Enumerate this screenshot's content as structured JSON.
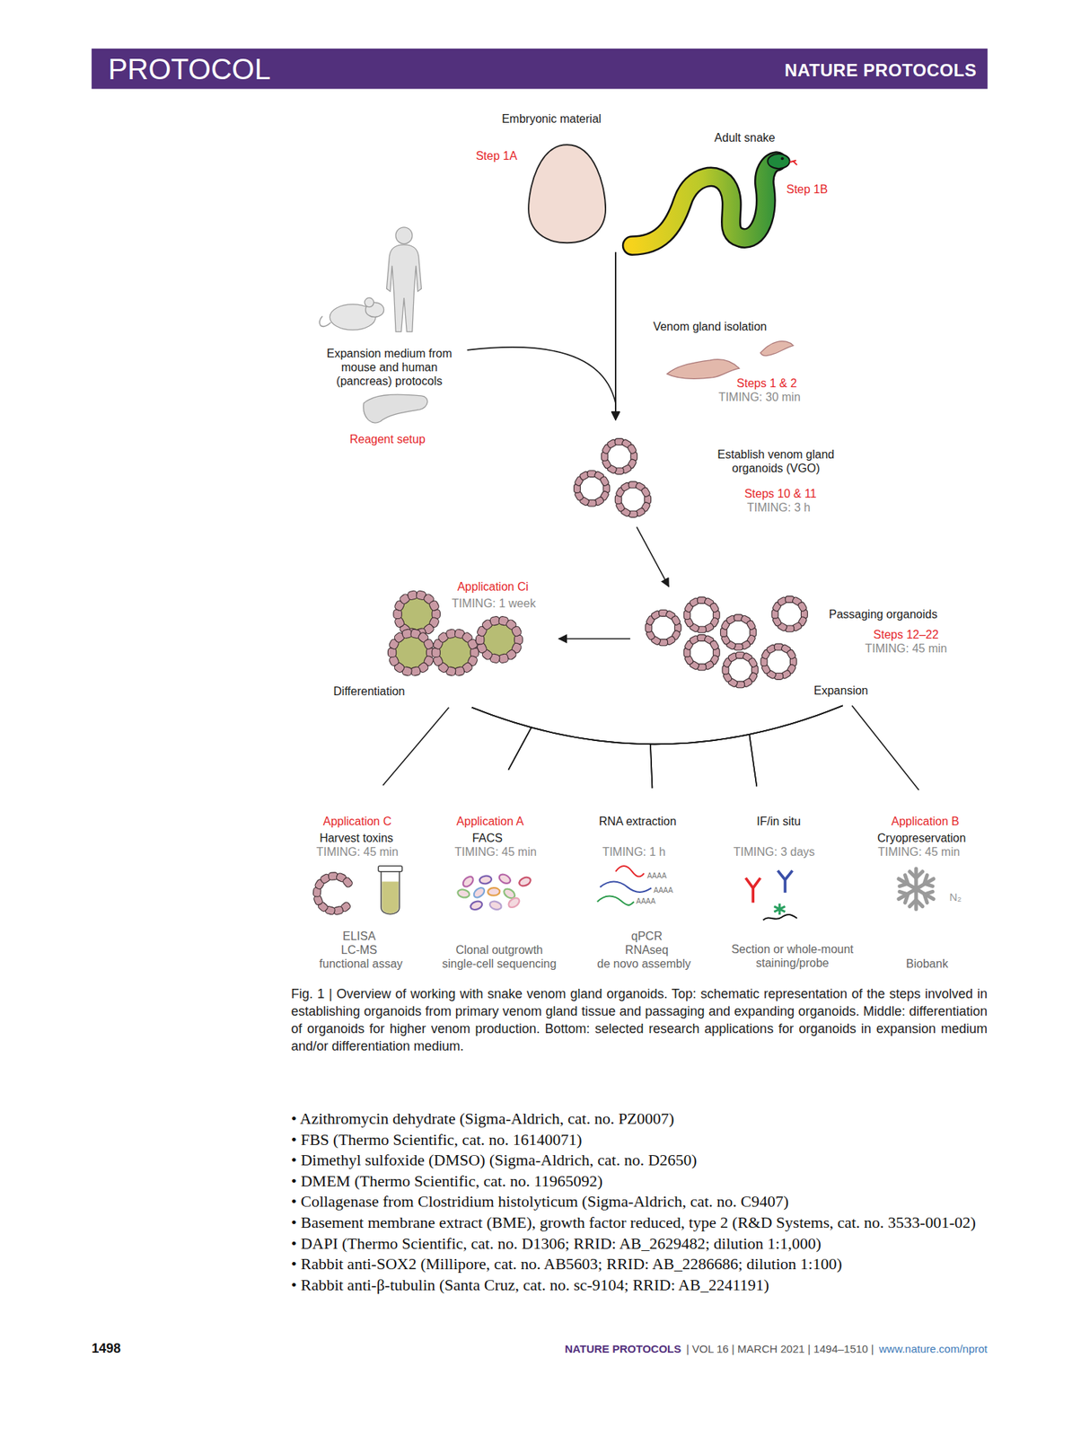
{
  "diagram": {
    "caption": "Fig. 1 | Overview of working with snake venom gland organoids. Top: schematic representation of the steps involved in establishing organoids from primary venom gland tissue and passaging and expanding organoids. Middle: differentiation of organoids for higher venom production. Bottom: selected research applications for organoids in expansion medium and/or differentiation medium.",
    "nodes": [
      {
        "text": [
          "Embryonic material",
          "Step 1A"
        ]
      },
      {
        "text": [
          "Adult snake",
          "Step 1B"
        ]
      },
      {
        "text": [
          "Expansion medium from mouse and human (pancreas) protocols",
          "Reagent setup"
        ]
      },
      {
        "text": [
          "Venom gland isolation",
          "Steps 1 & 2",
          "TIMING: 30 min"
        ]
      },
      {
        "text": [
          "Establish venom gland organoids (VGO)",
          "Steps 10 & 11",
          "TIMING: 3 h"
        ]
      },
      {
        "text": [
          "Passaging organoids",
          "Steps 12–22",
          "TIMING: 45 min",
          "Expansion"
        ]
      },
      {
        "text": [
          "Application Ci",
          "TIMING: 1 week",
          "Differentiation"
        ]
      },
      {
        "text": [
          "Application C",
          "Harvest toxins",
          "TIMING: 45 min",
          "ELISA",
          "LC-MS",
          "functional assay"
        ]
      },
      {
        "text": [
          "Application A",
          "FACS",
          "TIMING: 45 min",
          "Clonal outgrowth",
          "single-cell sequencing"
        ]
      },
      {
        "text": [
          "RNA extraction",
          "TIMING: 1 h",
          "qPCR",
          "RNAseq",
          "de novo assembly"
        ]
      },
      {
        "text": [
          "IF/in situ",
          "TIMING: 3 days",
          "Section or whole-mount staining/probe"
        ]
      },
      {
        "text": [
          "Application B",
          "Cryopreservation",
          "TIMING: 45 min",
          "Biobank"
        ]
      }
    ],
    "edges": [
      {
        "from": 0,
        "to": 4,
        "arrow": "to"
      },
      {
        "from": 1,
        "to": 4,
        "arrow": "to"
      },
      {
        "from": 2,
        "to": 4,
        "arrow": "to"
      },
      {
        "from": 4,
        "to": 5,
        "arrow": "to"
      },
      {
        "from": 5,
        "to": 6,
        "arrow": "to"
      },
      {
        "from": 6,
        "to": 7,
        "arrow": "none"
      },
      {
        "from": 6,
        "to": 8,
        "arrow": "none"
      },
      {
        "from": 6,
        "to": 9,
        "arrow": "none"
      },
      {
        "from": 6,
        "to": 10,
        "arrow": "none"
      },
      {
        "from": 5,
        "to": 8,
        "arrow": "none"
      },
      {
        "from": 5,
        "to": 9,
        "arrow": "none"
      },
      {
        "from": 5,
        "to": 10,
        "arrow": "none"
      },
      {
        "from": 5,
        "to": 11,
        "arrow": "none"
      }
    ],
    "labels": [
      "PROTOCOL",
      "NATURE PROTOCOLS",
      "AAAA",
      "AAAA",
      "AAAA",
      "N₂",
      "• Azithromycin dehydrate (Sigma-Aldrich, cat. no. PZ0007)",
      "• FBS (Thermo Scientific, cat. no. 16140071)",
      "• Dimethyl sulfoxide (DMSO) (Sigma-Aldrich, cat. no. D2650)",
      "• DMEM (Thermo Scientific, cat. no. 11965092)",
      "• Collagenase from Clostridium histolyticum (Sigma-Aldrich, cat. no. C9407)",
      "• Basement membrane extract (BME), growth factor reduced, type 2 (R&D Systems, cat. no. 3533-001-02)",
      "• DAPI (Thermo Scientific, cat. no. D1306; RRID: AB_2629482; dilution 1:1,000)",
      "• Rabbit anti-SOX2 (Millipore, cat. no. AB5603; RRID: AB_2286686; dilution 1:100)",
      "• Rabbit anti-β-tubulin (Santa Cruz, cat. no. sc-9104; RRID: AB_2241191)",
      "1498",
      "NATURE PROTOCOLS",
      "| VOL 16 | MARCH 2021 | 1494–1510 |",
      "www.nature.com/nprot"
    ]
  }
}
